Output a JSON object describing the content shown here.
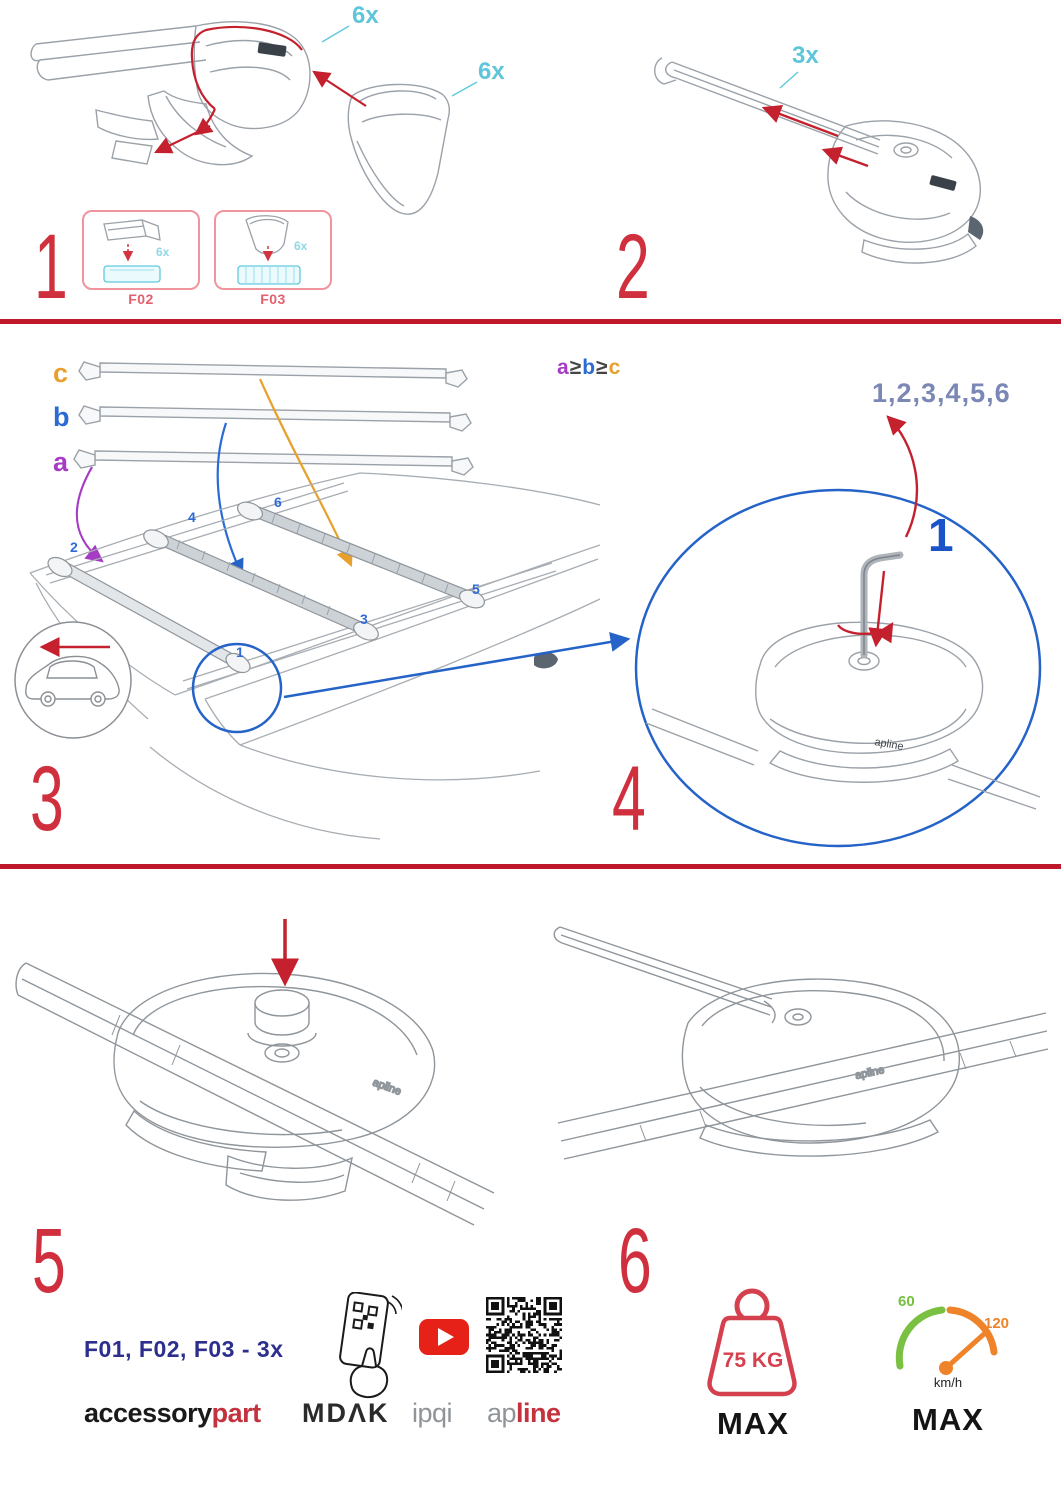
{
  "steps": {
    "s1": {
      "number": "1",
      "qty_cap": "6x",
      "qty_cover": "6x",
      "boxes": [
        {
          "code": "F02",
          "qty": "6x"
        },
        {
          "code": "F03",
          "qty": "6x"
        }
      ]
    },
    "s2": {
      "number": "2",
      "qty": "3x"
    },
    "s3": {
      "number": "3",
      "bar_labels": [
        "c",
        "b",
        "a"
      ],
      "rule": {
        "a": "a",
        "ge1": "≥",
        "b": "b",
        "ge2": "≥",
        "c": "c"
      },
      "positions": [
        "1",
        "2",
        "3",
        "4",
        "5",
        "6"
      ]
    },
    "s4": {
      "number": "4",
      "sequence": "1,2,3,4,5,6",
      "first": "1"
    },
    "s5": {
      "number": "5"
    },
    "s6": {
      "number": "6"
    }
  },
  "product_logo": "apline",
  "footer": {
    "kit_line": "F01, F02, F03 - 3x",
    "brands": {
      "accessory": "accessory",
      "part": "part",
      "mdak": "MDΛK",
      "ipqi": "ipqi",
      "ap": "ap",
      "line": "line"
    },
    "load": {
      "value": "75 KG",
      "max": "MAX"
    },
    "speed": {
      "min": "60",
      "peak": "120",
      "unit": "km/h",
      "max": "MAX"
    }
  },
  "colors": {
    "red": "#c4202e",
    "cyan": "#62c9dd",
    "blue": "#2a6bd4",
    "purple": "#a63bc4",
    "orange": "#e8a02c",
    "navy": "#2d2f8e"
  }
}
